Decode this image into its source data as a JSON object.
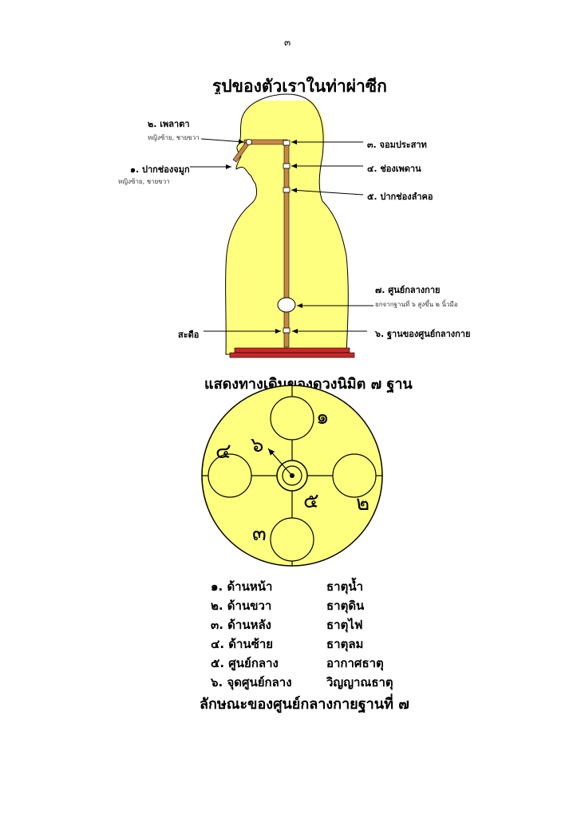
{
  "page_number": "๓",
  "figure1": {
    "title": "รูปของตัวเราในท่าผ่าซีก",
    "labels": {
      "l2_title": "๒. เพลาตา",
      "l2_sub": "หญิงซ้าย, ชายขวา",
      "l1_title": "๑. ปากช่องจมูก",
      "l1_sub": "หญิงซ้าย, ชายขวา",
      "l3": "๓. จอมประสาท",
      "l4": "๔. ช่องเพดาน",
      "l5": "๕. ปากช่องลำคอ",
      "l7_title": "๗. ศูนย์กลางกาย",
      "l7_sub": "ยกจากฐานที่ ๖ สูงขึ้น ๒ นิ้วมือ",
      "navel": "สะดือ",
      "l6": "๖. ฐานของศูนย์กลางกาย"
    }
  },
  "figure2": {
    "caption": "แสดงทางเดินของดวงนิมิต ๗ ฐาน",
    "numbers": {
      "n1": "๑",
      "n2": "๒",
      "n3": "๓",
      "n4": "๔",
      "n5": "๕",
      "n6": "๖"
    }
  },
  "legend": [
    {
      "position": "๑. ด้านหน้า",
      "element": "ธาตุน้ำ"
    },
    {
      "position": "๒. ด้านขวา",
      "element": "ธาตุดิน"
    },
    {
      "position": "๓. ด้านหลัง",
      "element": "ธาตุไฟ"
    },
    {
      "position": "๔. ด้านซ้าย",
      "element": "ธาตุลม"
    },
    {
      "position": "๕. ศูนย์กลาง",
      "element": "อากาศธาตุ"
    },
    {
      "position": "๖. จุดศูนย์กลาง",
      "element": "วิญญาณธาตุ"
    }
  ],
  "bottom_caption": "ลักษณะของศูนย์กลางกายฐานที่ ๗",
  "colors": {
    "body_fill": "#FFFF7F",
    "channel": "#C8864A",
    "base": "#C8282A",
    "outline": "#000000"
  }
}
